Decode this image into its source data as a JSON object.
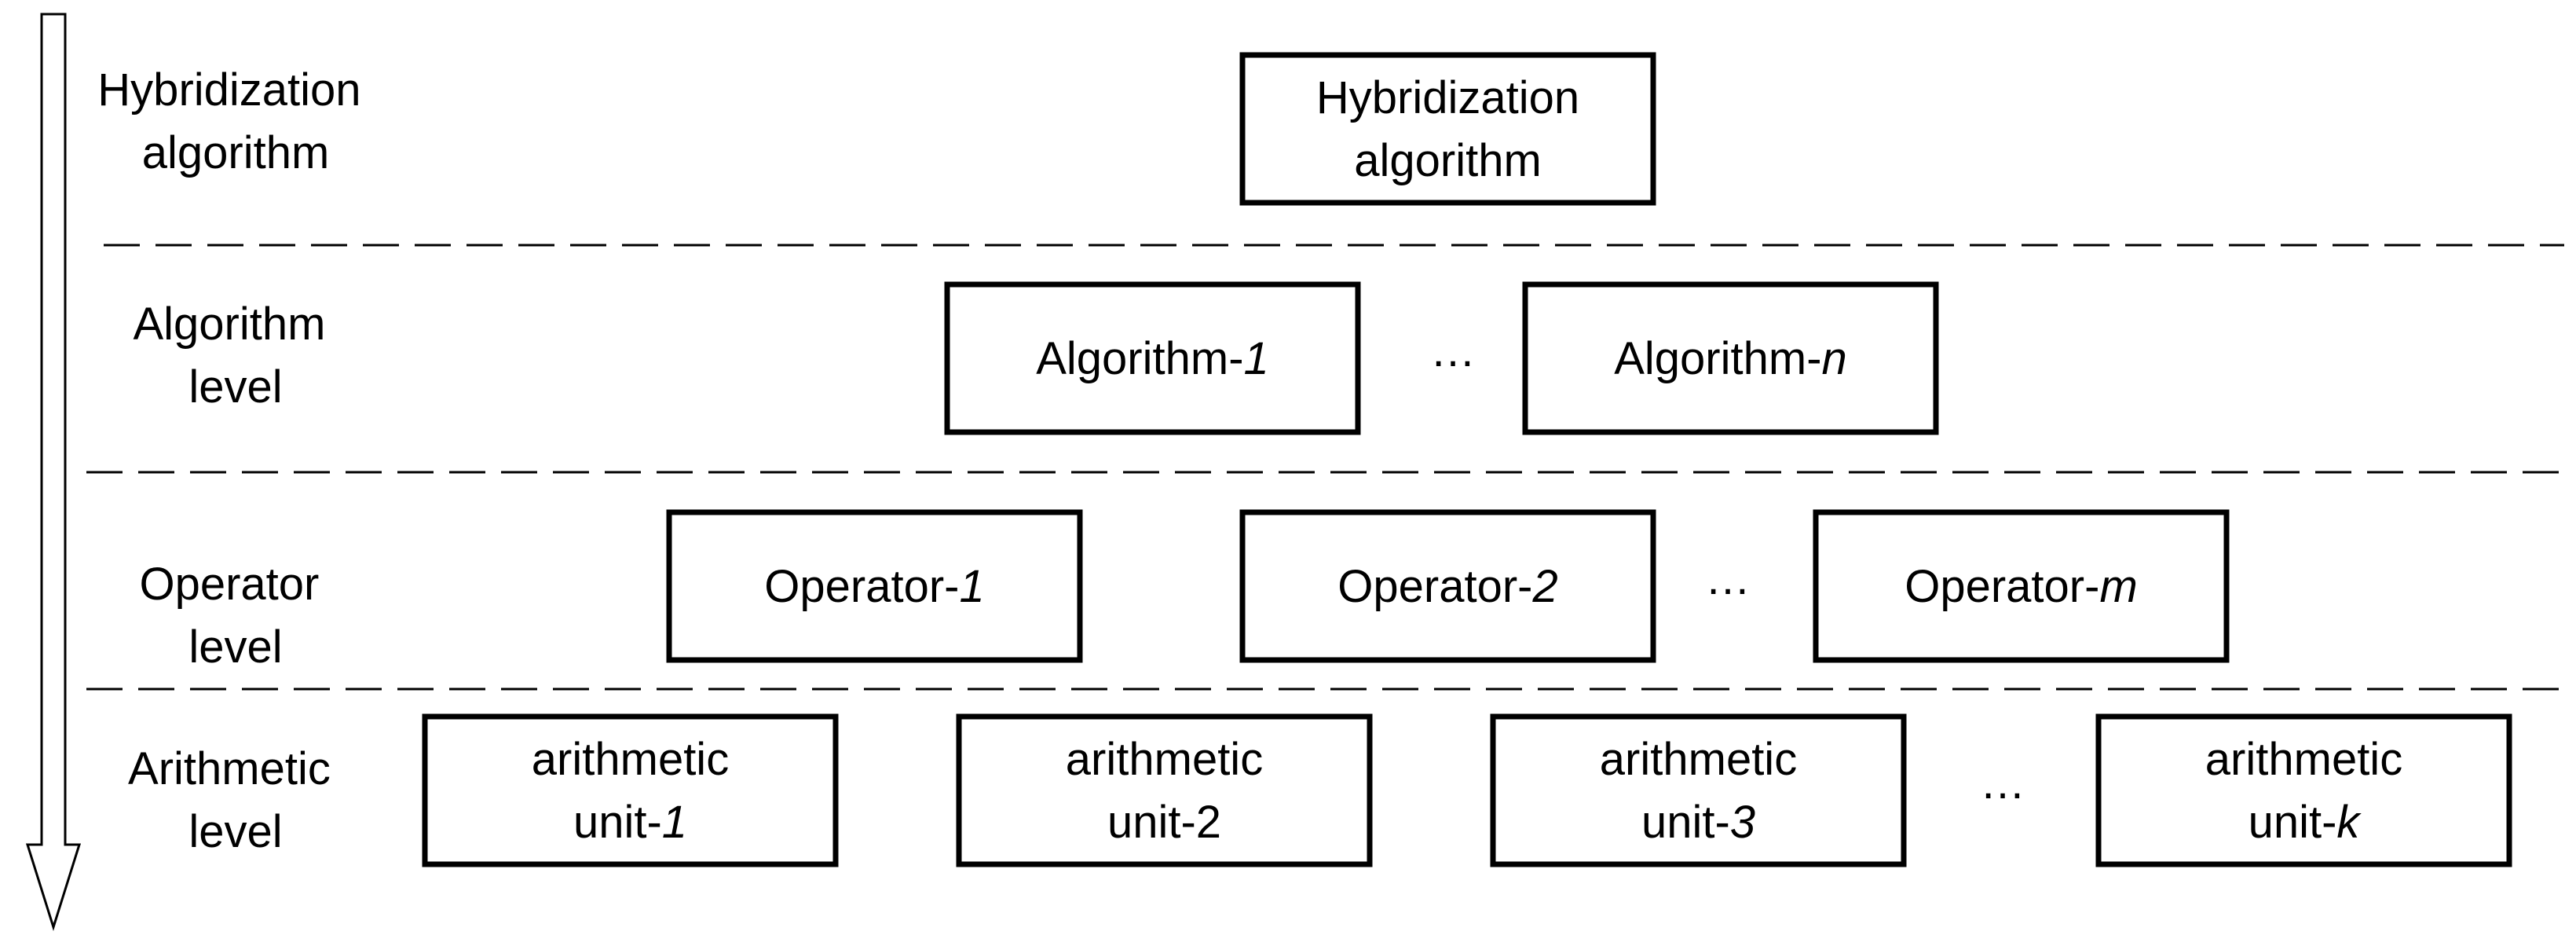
{
  "levels": [
    {
      "lines": [
        "Hybridization",
        "algorithm"
      ],
      "items": [
        {
          "kind": "box",
          "lines": [
            [
              {
                "t": "Hybridization"
              }
            ],
            [
              {
                "t": "algorithm"
              }
            ]
          ]
        }
      ]
    },
    {
      "lines": [
        "Algorithm",
        "level"
      ],
      "items": [
        {
          "kind": "box",
          "lines": [
            [
              {
                "t": "Algorithm-"
              },
              {
                "t": "1",
                "i": true
              }
            ]
          ]
        },
        {
          "kind": "ellipsis",
          "text": "…"
        },
        {
          "kind": "box",
          "lines": [
            [
              {
                "t": "Algorithm-"
              },
              {
                "t": "n",
                "i": true
              }
            ]
          ]
        }
      ]
    },
    {
      "lines": [
        "Operator",
        "level"
      ],
      "items": [
        {
          "kind": "box",
          "lines": [
            [
              {
                "t": "Operator-"
              },
              {
                "t": "1",
                "i": true
              }
            ]
          ]
        },
        {
          "kind": "box",
          "lines": [
            [
              {
                "t": "Operator-"
              },
              {
                "t": "2",
                "i": true
              }
            ]
          ]
        },
        {
          "kind": "ellipsis",
          "text": "…"
        },
        {
          "kind": "box",
          "lines": [
            [
              {
                "t": "Operator-"
              },
              {
                "t": "m",
                "i": true
              }
            ]
          ]
        }
      ]
    },
    {
      "lines": [
        "Arithmetic",
        "level"
      ],
      "items": [
        {
          "kind": "box",
          "lines": [
            [
              {
                "t": "arithmetic"
              }
            ],
            [
              {
                "t": "unit-"
              },
              {
                "t": "1",
                "i": true
              }
            ]
          ]
        },
        {
          "kind": "box",
          "lines": [
            [
              {
                "t": "arithmetic"
              }
            ],
            [
              {
                "t": "unit-2"
              }
            ]
          ]
        },
        {
          "kind": "box",
          "lines": [
            [
              {
                "t": "arithmetic"
              }
            ],
            [
              {
                "t": "unit-"
              },
              {
                "t": "3",
                "i": true
              }
            ]
          ]
        },
        {
          "kind": "ellipsis",
          "text": "…"
        },
        {
          "kind": "box",
          "lines": [
            [
              {
                "t": "arithmetic"
              }
            ],
            [
              {
                "t": "unit-"
              },
              {
                "t": "k",
                "i": true
              }
            ]
          ]
        }
      ]
    }
  ]
}
